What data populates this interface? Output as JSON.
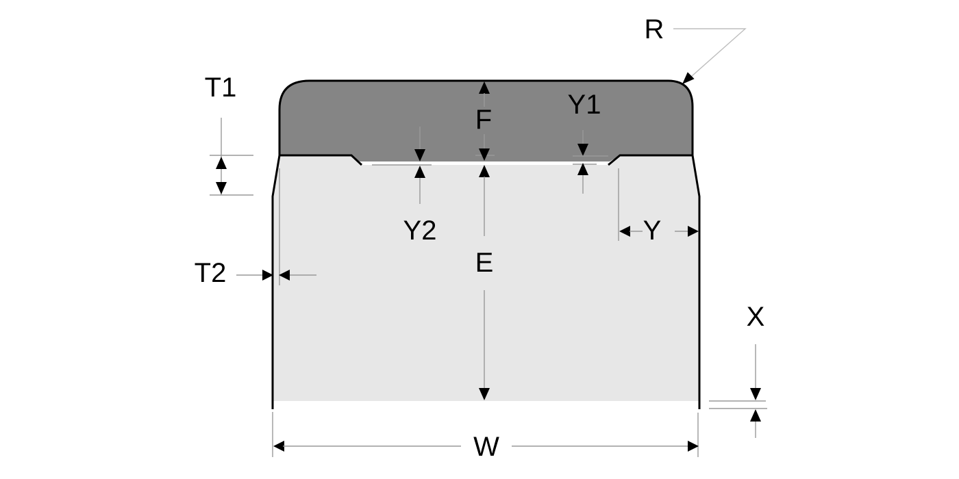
{
  "diagram": {
    "type": "cross-section-dimension-drawing",
    "labels": {
      "r": "R",
      "t1": "T1",
      "t2": "T2",
      "f": "F",
      "e": "E",
      "w": "W",
      "x": "X",
      "y": "Y",
      "y1": "Y1",
      "y2": "Y2"
    },
    "colors": {
      "cap_fill": "#858585",
      "body_fill": "#E7E7E7",
      "outline": "#000000",
      "dimension_line": "#999999",
      "leader_line": "#BDBDBD",
      "text": "#000000",
      "background": "#FFFFFF"
    }
  }
}
